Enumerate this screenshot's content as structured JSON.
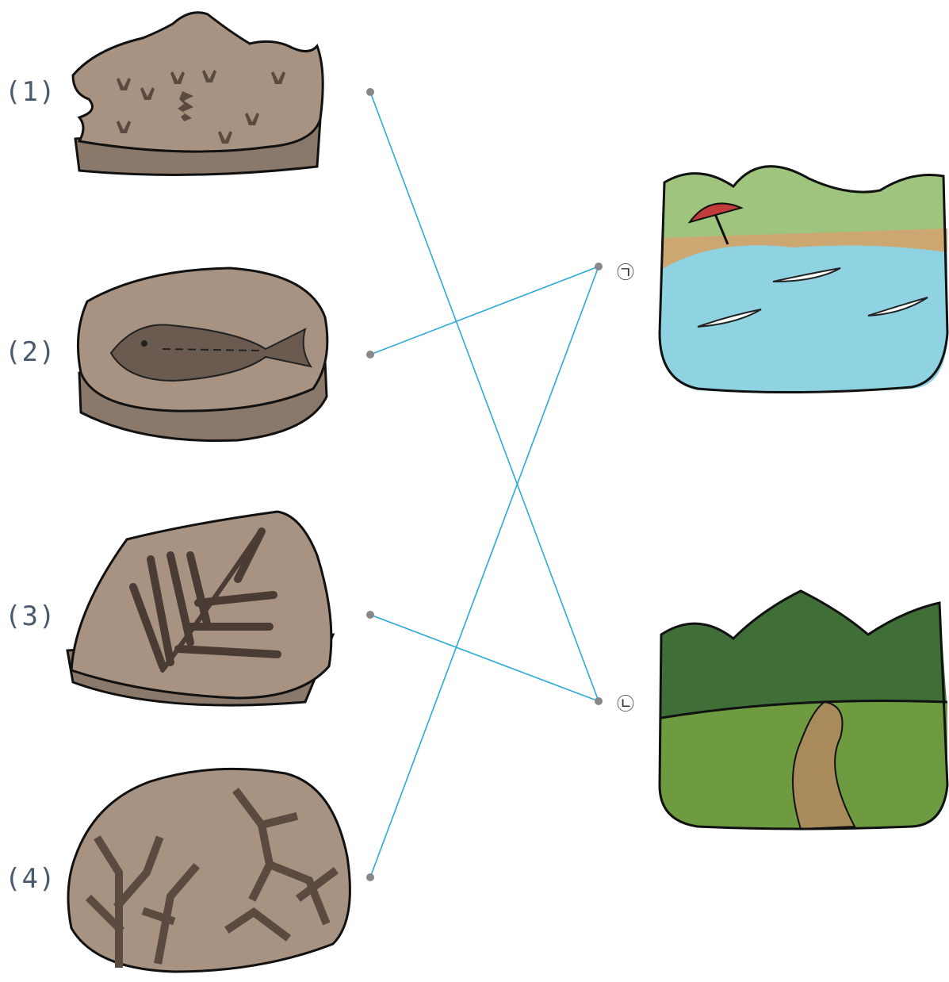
{
  "left_items": [
    {
      "label": "(1)",
      "fossil": "footprint-fossil"
    },
    {
      "label": "(2)",
      "fossil": "fish-fossil"
    },
    {
      "label": "(3)",
      "fossil": "fern-fossil"
    },
    {
      "label": "(4)",
      "fossil": "coral-fossil"
    }
  ],
  "right_items": [
    {
      "label": "㉠",
      "scene": "sea-beach-scene"
    },
    {
      "label": "㉡",
      "scene": "land-mountain-path-scene"
    }
  ],
  "connections": [
    {
      "from": "(1)",
      "to": "㉡"
    },
    {
      "from": "(2)",
      "to": "㉠"
    },
    {
      "from": "(3)",
      "to": "㉡"
    },
    {
      "from": "(4)",
      "to": "㉠"
    }
  ],
  "colors": {
    "connector_line": "#2aa9d8",
    "dot": "#888888",
    "label": "#4a5a6e",
    "stone": "#a89382",
    "stone_dark": "#8a786a",
    "fossil_mark": "#5a4a40",
    "sea": "#8fd3e3",
    "sand": "#cda772",
    "hill_light": "#9fc47e",
    "forest": "#3f6f36",
    "grass": "#6e9a40",
    "path": "#a98a5a"
  }
}
